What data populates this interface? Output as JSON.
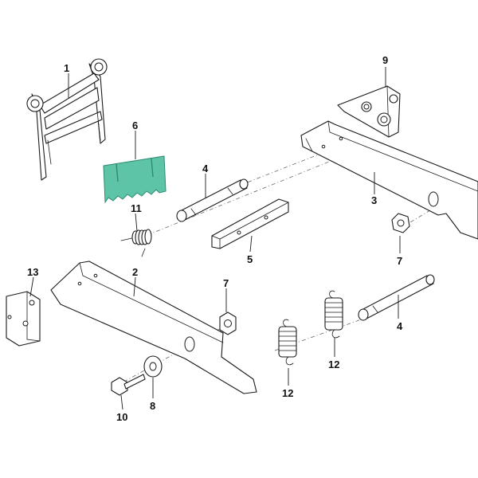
{
  "callouts": [
    {
      "id": "c1",
      "label": "1"
    },
    {
      "id": "c2",
      "label": "2"
    },
    {
      "id": "c3",
      "label": "3"
    },
    {
      "id": "c4a",
      "label": "4"
    },
    {
      "id": "c4b",
      "label": "4"
    },
    {
      "id": "c5",
      "label": "5"
    },
    {
      "id": "c6",
      "label": "6"
    },
    {
      "id": "c7a",
      "label": "7"
    },
    {
      "id": "c7b",
      "label": "7"
    },
    {
      "id": "c8",
      "label": "8"
    },
    {
      "id": "c9",
      "label": "9"
    },
    {
      "id": "c10",
      "label": "10"
    },
    {
      "id": "c11",
      "label": "11"
    },
    {
      "id": "c12a",
      "label": "12"
    },
    {
      "id": "c12b",
      "label": "12"
    },
    {
      "id": "c13",
      "label": "13"
    }
  ],
  "colors": {
    "highlight_fill": "#5ec4a8",
    "highlight_stroke": "#2e8a72",
    "line": "#1a1a1a"
  }
}
